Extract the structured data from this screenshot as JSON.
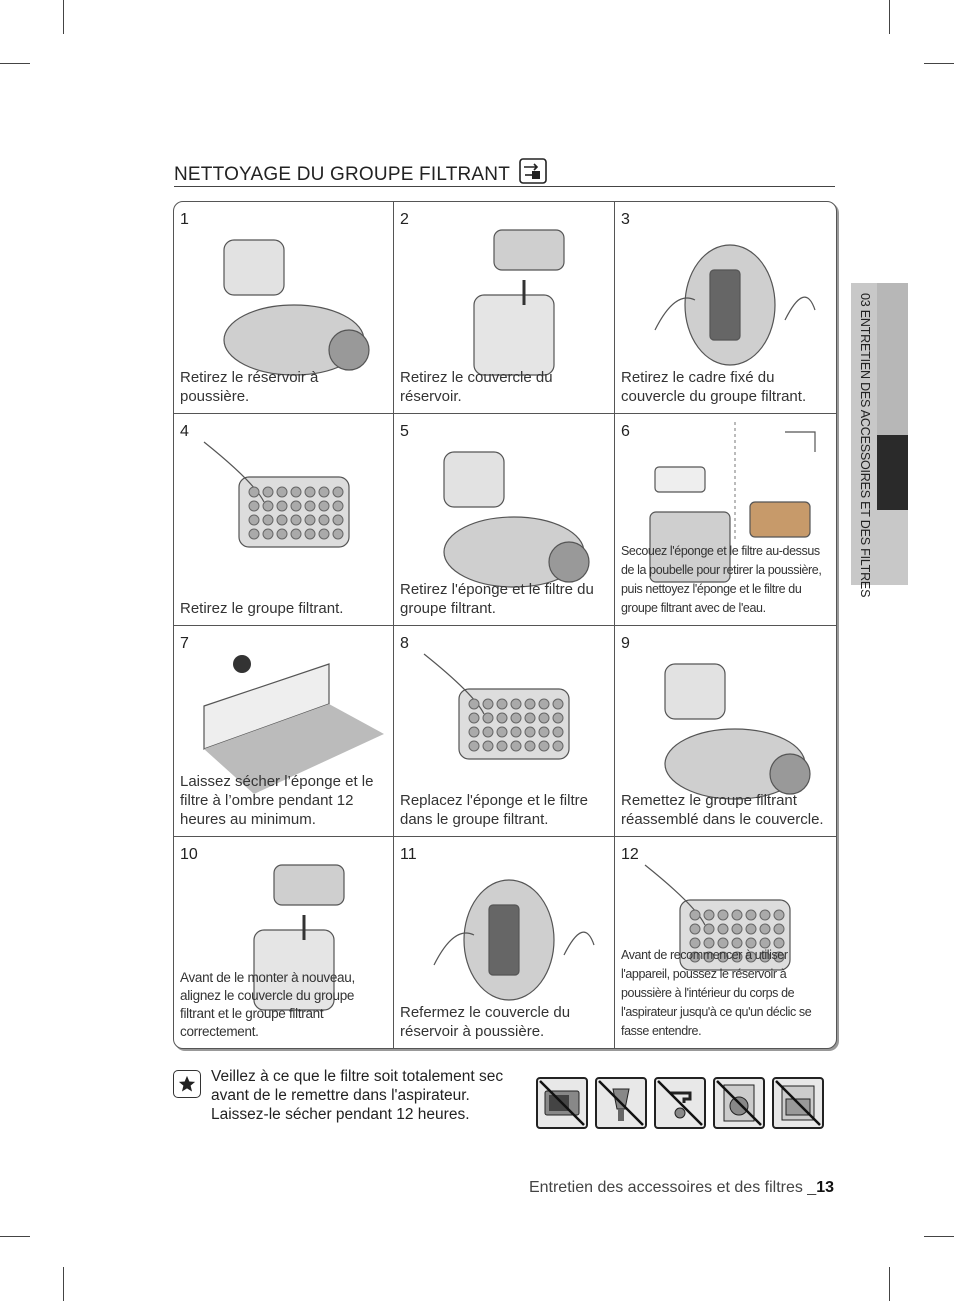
{
  "section_title": "NETTOYAGE DU GROUPE FILTRANT",
  "side_tab_label": "03 ENTRETIEN DES ACCESSOIRES ET DES FILTRES",
  "steps": [
    {
      "num": "1",
      "caption": "Retirez le réservoir à poussière.",
      "art": "canister-lift-icon"
    },
    {
      "num": "2",
      "caption": "Retirez le couvercle du réservoir.",
      "art": "bin-cover-icon"
    },
    {
      "num": "3",
      "caption": "Retirez le cadre fixé du couvercle du groupe filtrant.",
      "art": "filter-frame-icon"
    },
    {
      "num": "4",
      "caption": "Retirez le groupe filtrant.",
      "art": "filter-remove-icon"
    },
    {
      "num": "5",
      "caption": "Retirez l'éponge et le filtre du groupe filtrant.",
      "art": "sponge-remove-icon"
    },
    {
      "num": "6",
      "caption": "Secouez l'éponge et le filtre au-dessus de la poubelle pour retirer la poussière, puis nettoyez l'éponge et le filtre du groupe filtrant avec de l'eau.",
      "art": "wash-icon"
    },
    {
      "num": "7",
      "caption": "Laissez sécher l’éponge et le filtre à l’ombre pendant 12 heures au minimum.",
      "art": "shade-dry-icon"
    },
    {
      "num": "8",
      "caption": "Replacez l'éponge et le filtre dans le groupe filtrant.",
      "art": "sponge-insert-icon"
    },
    {
      "num": "9",
      "caption": "Remettez le groupe filtrant réassemblé dans le couvercle.",
      "art": "filter-insert-icon"
    },
    {
      "num": "10",
      "caption": "Avant de le monter à nouveau, alignez le couvercle du groupe filtrant et le groupe filtrant correctement.",
      "art": "align-icon"
    },
    {
      "num": "11",
      "caption": "Refermez le couvercle du réservoir à poussière.",
      "art": "bin-close-icon"
    },
    {
      "num": "12",
      "caption": "Avant de recommencer à utiliser l'appareil, poussez le réservoir à poussière à l'intérieur du corps de l'aspirateur jusqu'à ce qu'un déclic se fasse entendre.",
      "art": "canister-insert-icon"
    }
  ],
  "note": "Veillez à ce que le filtre soit totalement sec avant de le remettre dans l'aspirateur. Laissez-le sécher pendant 12 heures.",
  "warning_icons": [
    "no-microwave-icon",
    "no-hairdryer-icon",
    "no-tap-icon",
    "no-washing-machine-icon",
    "no-dishwasher-icon"
  ],
  "footer": {
    "text": "Entretien des accessoires et des filtres _",
    "page": "13"
  }
}
